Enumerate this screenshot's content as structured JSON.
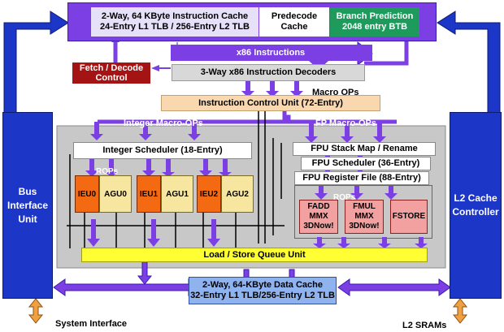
{
  "colors": {
    "purple": "#7b3fe4",
    "purple_dark": "#3b1ab4",
    "core_gray": "#c8c8c8",
    "icu_peach": "#f9d8b0",
    "ieu_orange": "#f46a12",
    "agu_tan": "#f7e6a0",
    "lsq_yellow": "#ffff33",
    "bus_blue": "#1c36c8",
    "bpred_green": "#1e9b5c",
    "dcache_blue": "#8fb3ef",
    "fp_unit_red": "#f2a0a0",
    "fetch_red": "#a51414",
    "link_orange": "#f0a040"
  },
  "icache": {
    "line1": "2-Way, 64 KByte Instruction Cache",
    "line2": "24-Entry L1 TLB / 256-Entry L2 TLB"
  },
  "predecode": {
    "line1": "Predecode",
    "line2": "Cache"
  },
  "branch_prediction": {
    "line1": "Branch Prediction",
    "line2": "2048 entry BTB"
  },
  "x86_instructions": "x86 Instructions",
  "fetch_decode": {
    "line1": "Fetch / Decode",
    "line2": "Control"
  },
  "decoders": "3-Way x86 Instruction Decoders",
  "macro_ops": "Macro OPs",
  "icu": "Instruction Control Unit (72-Entry)",
  "integer_macro_ops": "Integer Macro-OPs",
  "fp_macro_ops": "FP Macro-OPs",
  "integer_scheduler": "Integer Scheduler (18-Entry)",
  "rops_int": "ROPs",
  "rops_fp": "ROPs",
  "int_units": [
    "IEU0",
    "AGU0",
    "IEU1",
    "AGU1",
    "IEU2",
    "AGU2"
  ],
  "fpu_stack_map": "FPU Stack Map / Rename",
  "fpu_scheduler": "FPU Scheduler (36-Entry)",
  "fpu_register_file": "FPU Register File (88-Entry)",
  "fp_units": [
    {
      "l1": "FADD",
      "l2": "MMX",
      "l3": "3DNow!"
    },
    {
      "l1": "FMUL",
      "l2": "MMX",
      "l3": "3DNow!"
    },
    {
      "l1": "FSTORE",
      "l2": "",
      "l3": ""
    }
  ],
  "lsq": "Load / Store Queue Unit",
  "dcache": {
    "line1": "2-Way, 64-KByte Data Cache",
    "line2": "32-Entry L1 TLB/256-Entry L2 TLB"
  },
  "biu": {
    "line1": "Bus",
    "line2": "Interface",
    "line3": "Unit"
  },
  "l2c": {
    "line1": "L2 Cache",
    "line2": "Controller"
  },
  "system_interface": "System Interface",
  "l2_srams": "L2 SRAMs"
}
